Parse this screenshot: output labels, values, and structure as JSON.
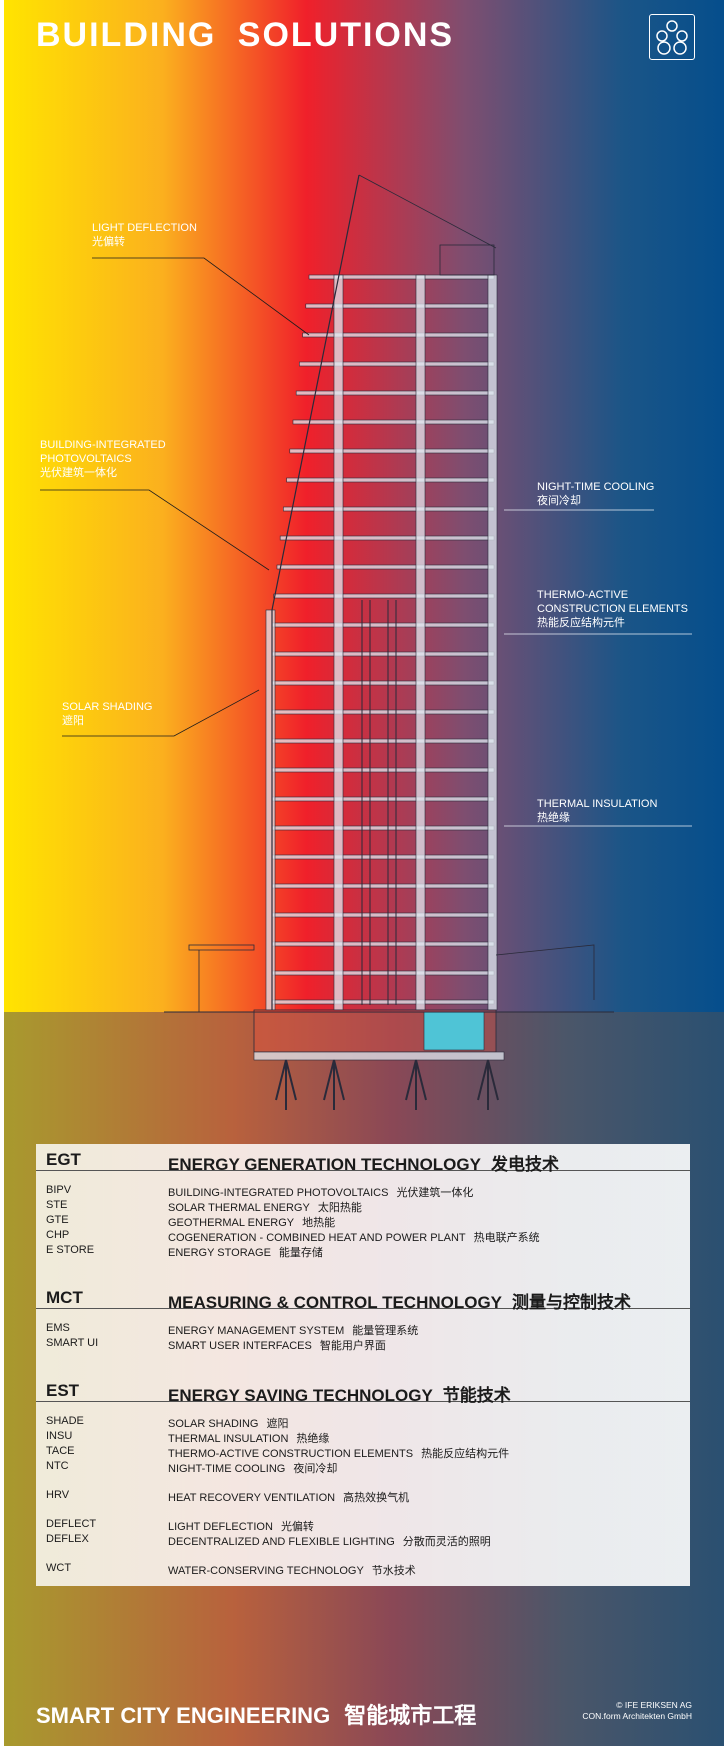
{
  "title": "BUILDING SOLUTIONS",
  "logo_icon": "four-circles-logo",
  "colors": {
    "yellow": "#ffe400",
    "red": "#f0202a",
    "blue": "#054e8c"
  },
  "annotations": [
    {
      "en": "LIGHT DEFLECTION",
      "cn": "光偏转"
    },
    {
      "en": "BUILDING-INTEGRATED",
      "en2": "PHOTOVOLTAICS",
      "cn": "光伏建筑一体化"
    },
    {
      "en": "SOLAR SHADING",
      "cn": "遮阳"
    },
    {
      "en": "NIGHT-TIME COOLING",
      "cn": "夜间冷却"
    },
    {
      "en": "THERMO-ACTIVE",
      "en2": "CONSTRUCTION ELEMENTS",
      "cn": "热能反应结构元件"
    },
    {
      "en": "THERMAL INSULATION",
      "cn": "热绝缘"
    }
  ],
  "legend": {
    "sections": [
      {
        "abbr": "EGT",
        "name": "ENERGY GENERATION TECHNOLOGY",
        "cn": "发电技术",
        "rows": [
          {
            "a": "BIPV",
            "d": "BUILDING-INTEGRATED PHOTOVOLTAICS",
            "cn": "光伏建筑一体化"
          },
          {
            "a": "STE",
            "d": "SOLAR THERMAL ENERGY",
            "cn": "太阳热能"
          },
          {
            "a": "GTE",
            "d": "GEOTHERMAL ENERGY",
            "cn": "地热能"
          },
          {
            "a": "CHP",
            "d": "COGENERATION - COMBINED HEAT AND POWER PLANT",
            "cn": "热电联产系统"
          },
          {
            "a": "E STORE",
            "d": "ENERGY STORAGE",
            "cn": "能量存储"
          }
        ]
      },
      {
        "abbr": "MCT",
        "name": "MEASURING & CONTROL TECHNOLOGY",
        "cn": "测量与控制技术",
        "rows": [
          {
            "a": "EMS",
            "d": "ENERGY MANAGEMENT SYSTEM",
            "cn": "能量管理系统"
          },
          {
            "a": "SMART UI",
            "d": "SMART USER INTERFACES",
            "cn": "智能用户界面"
          }
        ]
      },
      {
        "abbr": "EST",
        "name": "ENERGY SAVING TECHNOLOGY",
        "cn": "节能技术",
        "rows": [
          {
            "a": "SHADE",
            "d": "SOLAR SHADING",
            "cn": "遮阳"
          },
          {
            "a": "INSU",
            "d": "THERMAL INSULATION",
            "cn": "热绝缘"
          },
          {
            "a": "TACE",
            "d": "THERMO-ACTIVE CONSTRUCTION ELEMENTS",
            "cn": "热能反应结构元件"
          },
          {
            "a": "NTC",
            "d": "NIGHT-TIME COOLING",
            "cn": "夜间冷却"
          },
          {
            "a": "HRV",
            "d": "HEAT RECOVERY VENTILATION",
            "cn": "高热效换气机"
          },
          {
            "a": "DEFLECT",
            "d": "LIGHT DEFLECTION",
            "cn": "光偏转"
          },
          {
            "a": "DEFLEX",
            "d": "DECENTRALIZED AND FLEXIBLE LIGHTING",
            "cn": "分散而灵活的照明"
          },
          {
            "a": "WCT",
            "d": "WATER-CONSERVING TECHNOLOGY",
            "cn": "节水技术"
          }
        ]
      }
    ]
  },
  "footer": {
    "title": "SMART CITY ENGINEERING",
    "cn": "智能城市工程",
    "credit1": "© IFE ERIKSEN AG",
    "credit2": "CON.form Architekten GmbH"
  }
}
